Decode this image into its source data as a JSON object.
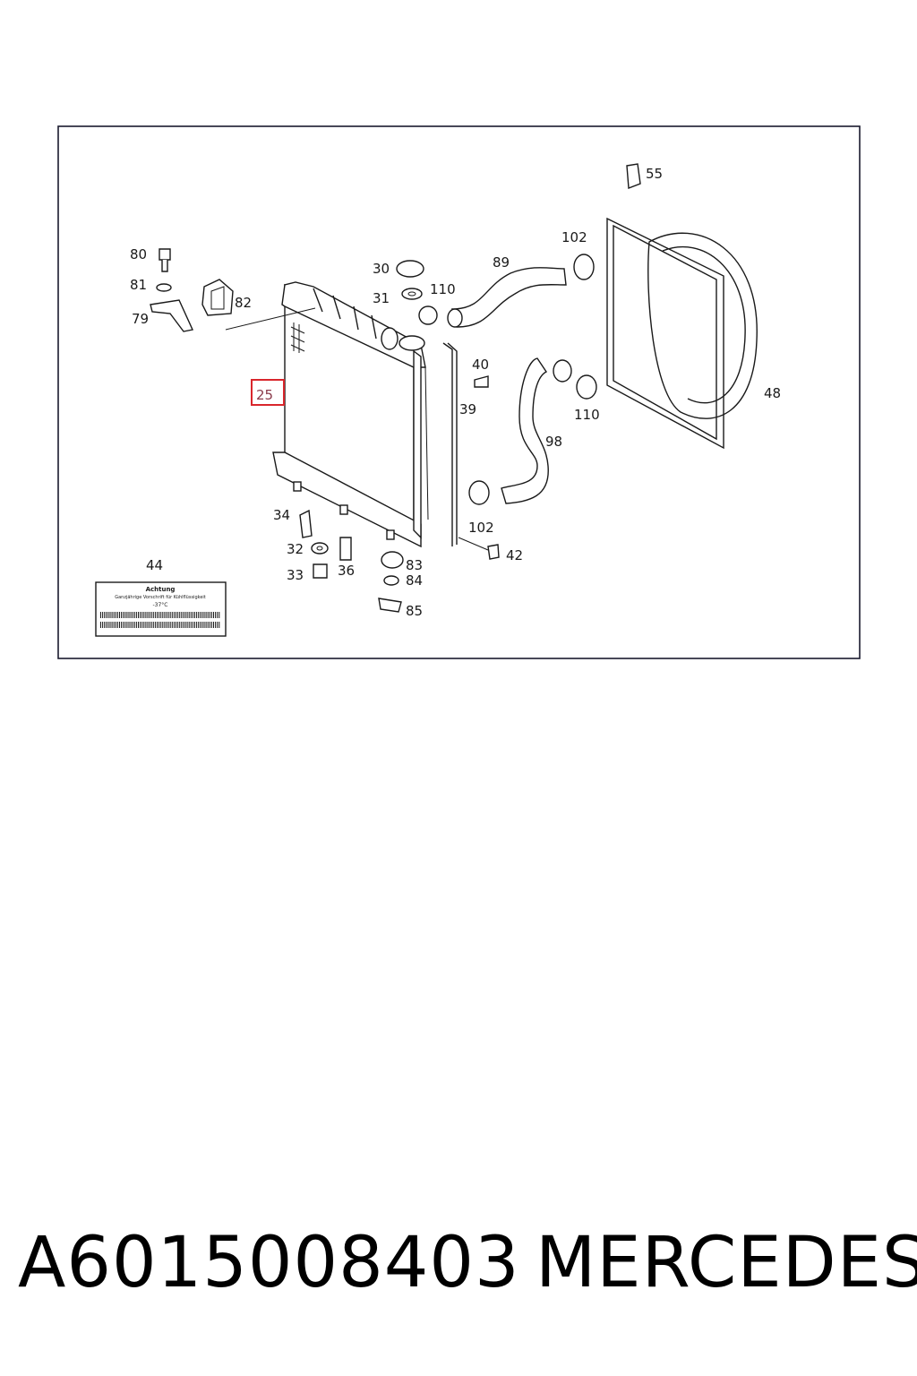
{
  "diagram": {
    "labels": {
      "p25": "25",
      "p30": "30",
      "p31": "31",
      "p32": "32",
      "p33": "33",
      "p34": "34",
      "p36": "36",
      "p39": "39",
      "p40": "40",
      "p42": "42",
      "p44": "44",
      "p48": "48",
      "p55": "55",
      "p79": "79",
      "p80": "80",
      "p81": "81",
      "p82": "82",
      "p83": "83",
      "p84": "84",
      "p85": "85",
      "p89": "89",
      "p98": "98",
      "p102a": "102",
      "p102b": "102",
      "p110a": "110",
      "p110b": "110"
    },
    "warning_label": {
      "title": "Achtung",
      "line1": "Ganzjährige Vorschrift für Kühlflüssigkeit",
      "line2": "-37°C"
    },
    "highlight_color": "#d9262c"
  },
  "footer": {
    "part_number": "A6015008403",
    "brand": "MERCEDES"
  }
}
